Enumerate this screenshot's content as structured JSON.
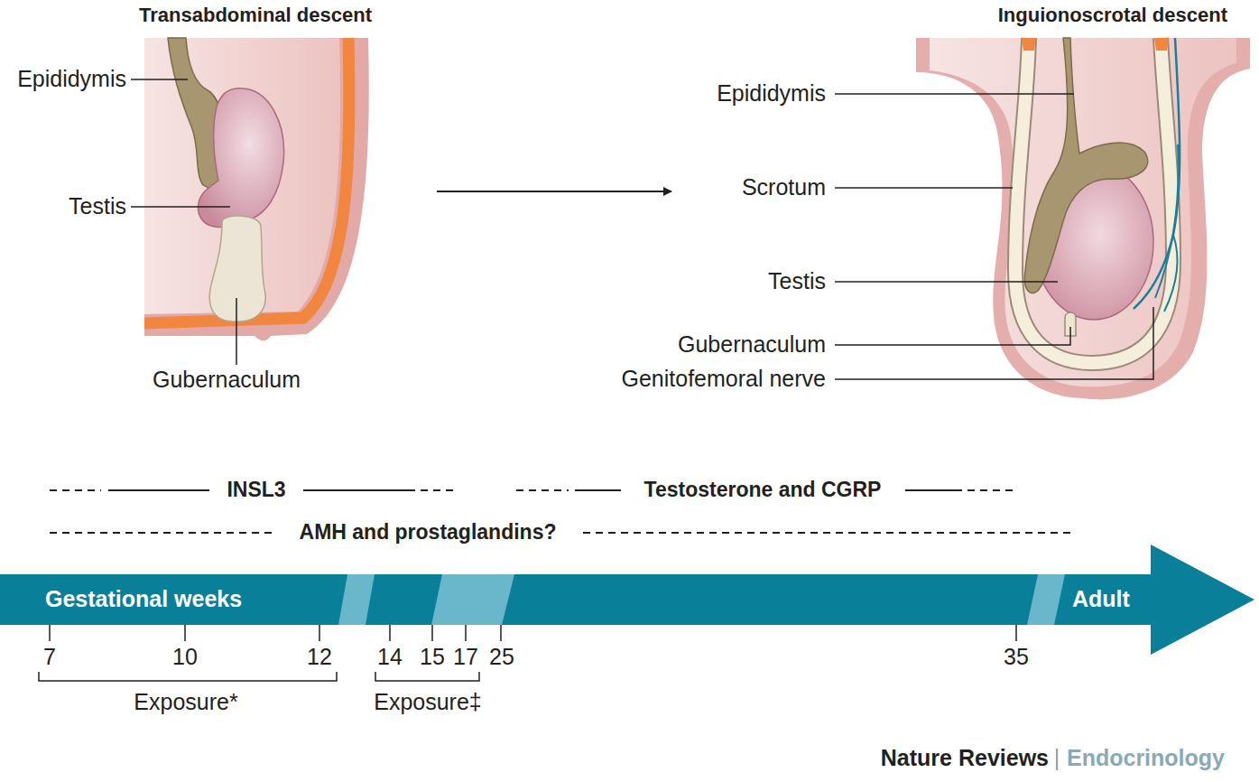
{
  "diagram": {
    "nodes": [
      {
        "text": [
          "Gestational weeks",
          "Adult"
        ]
      }
    ],
    "labels": [
      "Transabdominal descent",
      "Epididymis",
      "Testis",
      "Gubernaculum",
      "Inguionoscrotal descent",
      "Epididymis",
      "Scrotum",
      "Testis",
      "Gubernaculum",
      "Genitofemoral nerve",
      "INSL3",
      "Testosterone and CGRP",
      "AMH and prostaglandins?",
      "7",
      "10",
      "12",
      "14",
      "15",
      "17",
      "25",
      "35",
      "Exposure*",
      "Exposure‡",
      "Nature Reviews",
      "|",
      "Endocrinology"
    ]
  }
}
